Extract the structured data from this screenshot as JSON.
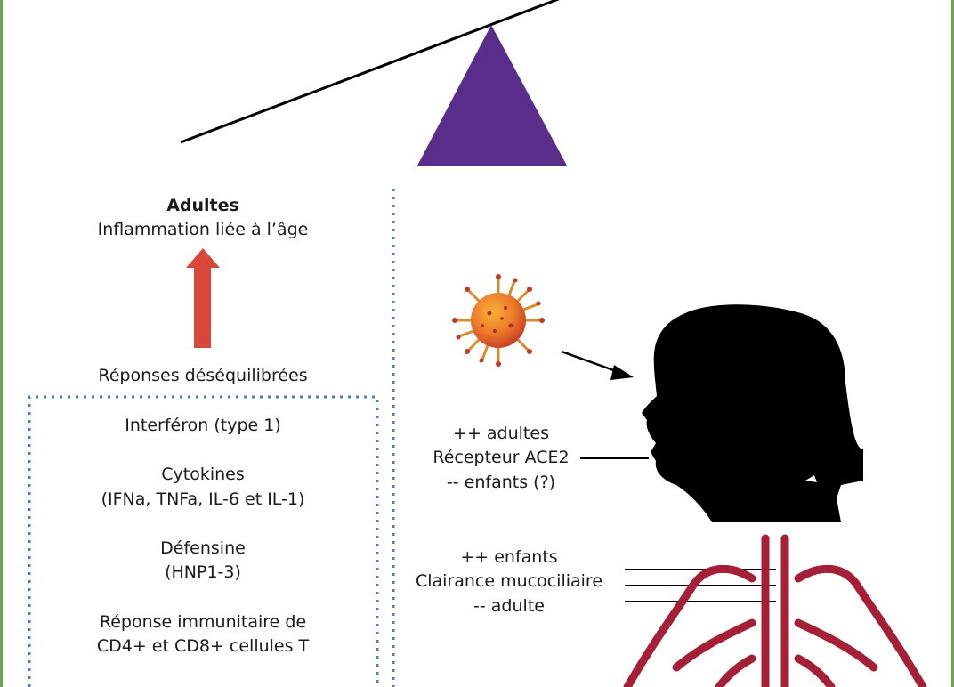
{
  "colors": {
    "frame": "#6aa84f",
    "fulcrum": "#5b2d8a",
    "arrow_up": "#d9473b",
    "divider": "#4a7ec2",
    "lungs": "#a51f36",
    "silhouette": "#000000"
  },
  "icons": [
    "seesaw-beam",
    "fulcrum-triangle",
    "up-arrow-icon",
    "virus-icon",
    "head-silhouette-icon",
    "lungs-icon"
  ],
  "left": {
    "heading": "Adultes",
    "subheading": "Inflammation liée à l’âge",
    "responses_title": "Réponses déséquilibrées",
    "box_items": [
      "Interféron (type 1)",
      "Cytokines",
      "(IFNa, TNFa, IL-6 et IL-1)",
      "Défensine",
      "(HNP1-3)",
      "Réponse immunitaire de",
      "CD4+ et CD8+ cellules T"
    ]
  },
  "right": {
    "ace2": [
      "++ adultes",
      "Récepteur ACE2",
      "-- enfants (?)"
    ],
    "clearance": [
      "++ enfants",
      "Clairance mucociliaire",
      "-- adulte"
    ]
  }
}
